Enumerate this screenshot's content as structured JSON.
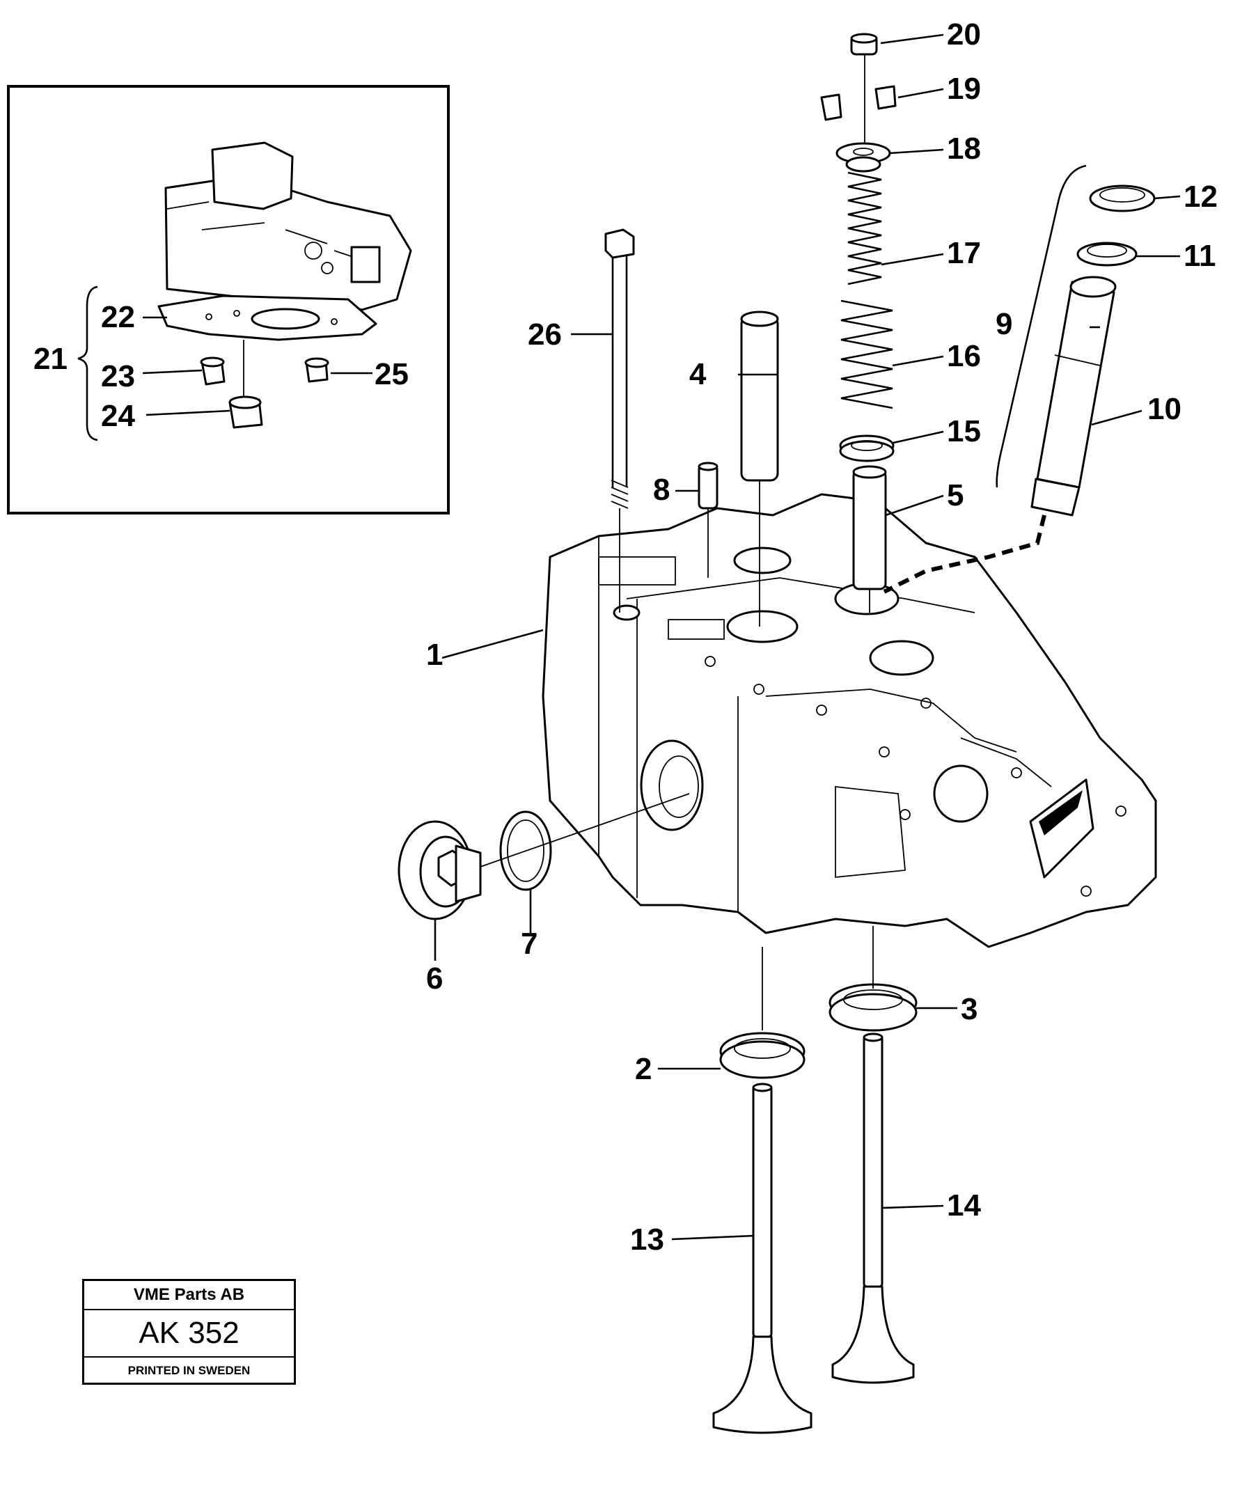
{
  "callouts": [
    {
      "id": "c1",
      "label": "1"
    },
    {
      "id": "c2",
      "label": "2"
    },
    {
      "id": "c3",
      "label": "3"
    },
    {
      "id": "c4",
      "label": "4"
    },
    {
      "id": "c5",
      "label": "5"
    },
    {
      "id": "c6",
      "label": "6"
    },
    {
      "id": "c7",
      "label": "7"
    },
    {
      "id": "c8",
      "label": "8"
    },
    {
      "id": "c9",
      "label": "9"
    },
    {
      "id": "c10",
      "label": "10"
    },
    {
      "id": "c11",
      "label": "11"
    },
    {
      "id": "c12",
      "label": "12"
    },
    {
      "id": "c13",
      "label": "13"
    },
    {
      "id": "c14",
      "label": "14"
    },
    {
      "id": "c15",
      "label": "15"
    },
    {
      "id": "c16",
      "label": "16"
    },
    {
      "id": "c17",
      "label": "17"
    },
    {
      "id": "c18",
      "label": "18"
    },
    {
      "id": "c19",
      "label": "19"
    },
    {
      "id": "c20",
      "label": "20"
    },
    {
      "id": "c21",
      "label": "21"
    },
    {
      "id": "c22",
      "label": "22"
    },
    {
      "id": "c23",
      "label": "23"
    },
    {
      "id": "c24",
      "label": "24"
    },
    {
      "id": "c25",
      "label": "25"
    },
    {
      "id": "c26",
      "label": "26"
    }
  ],
  "stamp": {
    "company": "VME Parts AB",
    "code": "AK 352",
    "printed": "PRINTED IN SWEDEN"
  }
}
